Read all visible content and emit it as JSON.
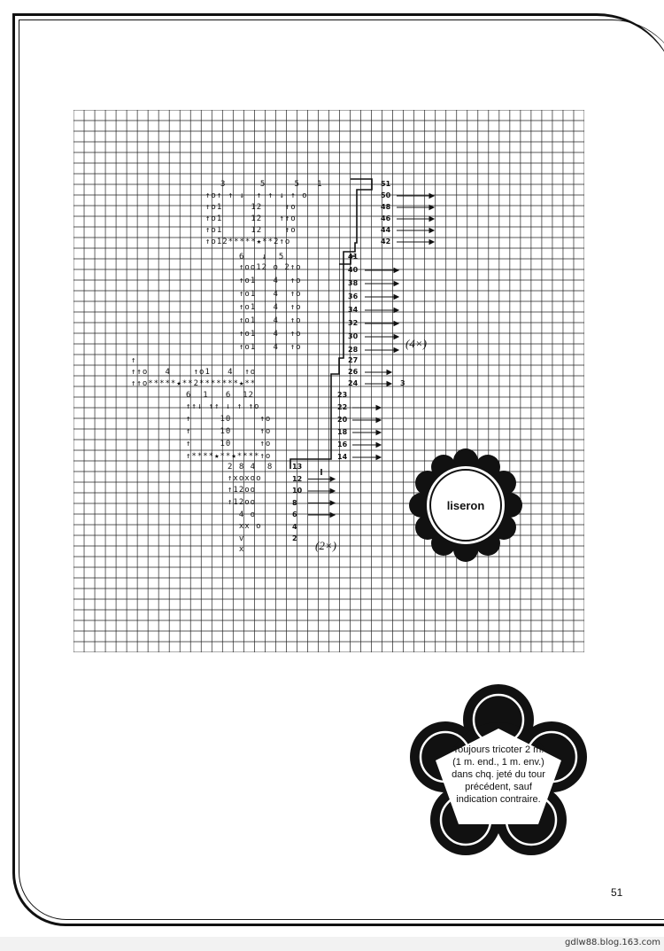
{
  "chart_labels": {
    "repeat_4x": "(4×)",
    "repeat_2x": "(2×)"
  },
  "rows_top": [
    "51",
    "50",
    "48",
    "46",
    "44",
    "42"
  ],
  "rows_mid": [
    "41",
    "40",
    "38",
    "36",
    "34",
    "32",
    "30",
    "28"
  ],
  "rows_low": [
    "27",
    "26",
    "24"
  ],
  "rows_low2": [
    "23",
    "22",
    "20",
    "18",
    "16",
    "14"
  ],
  "rows_bottom": [
    "13",
    "12",
    "10",
    "8",
    "6",
    "4",
    "2"
  ],
  "row3_marker": "3",
  "liseron_label": "liseron",
  "instruction": {
    "text": "Toujours tricoter 2 m. (1 m. end., 1 m. env.) dans chq. jeté du tour précédent, sauf indication contraire."
  },
  "page_number": "51",
  "watermark": "gdlw88.blog.163.com"
}
